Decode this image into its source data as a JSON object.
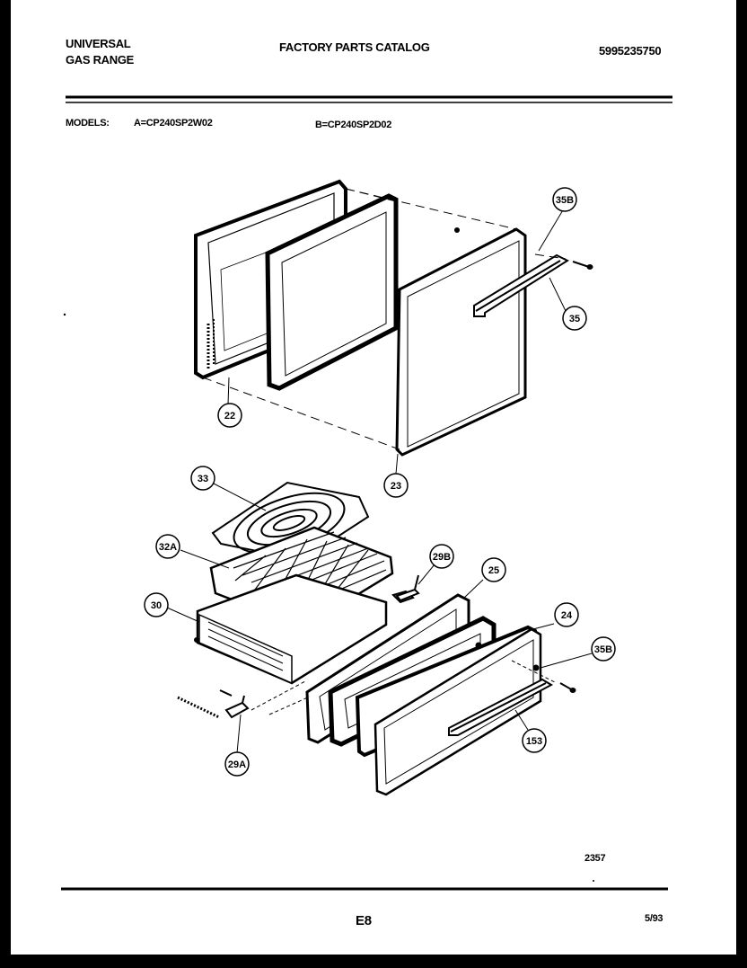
{
  "header": {
    "brand_line1": "UNIVERSAL",
    "brand_line2": "GAS RANGE",
    "catalog_title": "FACTORY PARTS CATALOG",
    "catalog_number": "5995235750"
  },
  "models": {
    "label": "MODELS:",
    "model_a": "A=CP240SP2W02",
    "model_b": "B=CP240SP2D02"
  },
  "callouts": {
    "c35b_top": "35B",
    "c35": "35",
    "c22": "22",
    "c23": "23",
    "c33": "33",
    "c32a": "32A",
    "c30": "30",
    "c29b": "29B",
    "c25": "25",
    "c24": "24",
    "c35b_bottom": "35B",
    "c153": "153",
    "c29a": "29A"
  },
  "footer": {
    "drawing_number": "2357",
    "section": "E8",
    "date": "5/93"
  }
}
